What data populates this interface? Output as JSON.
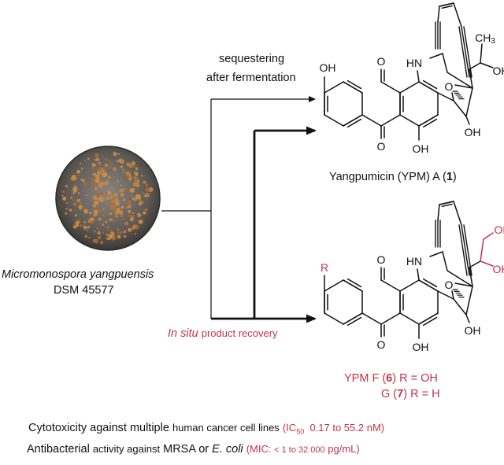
{
  "arrow_top_label_1": "sequestering",
  "arrow_top_label_2": "after fermentation",
  "arrow_bottom_label_a": "In situ",
  "arrow_bottom_label_b": "product recovery",
  "organism_name": "Micromonospora yangpuensis",
  "organism_strain": "DSM 45577",
  "compound_1_name": "Yangpumicin (YPM) A (",
  "compound_1_number": "1",
  "compound_1_close": ")",
  "compound_2_line1_prefix": "YPM  F (",
  "compound_2_line1_number": "6",
  "compound_2_line1_suffix": ") R = OH",
  "compound_2_line2_prefix": "G (",
  "compound_2_line2_number": "7",
  "compound_2_line2_suffix": ") R = H",
  "atoms": {
    "oh": "OH",
    "hn": "HN",
    "o_ring": "O",
    "o_carbonyl": "O",
    "ch3": "CH",
    "ch3_sub": "3",
    "r": "R"
  },
  "finding_1_a": "Cytotoxicity against  multiple",
  "finding_1_b": "human cancer cell lines",
  "finding_1_c": "(IC",
  "finding_1_sub": "50",
  "finding_1_d": "0.17 to 55.2 nM)",
  "finding_2_a": "Antibacterial",
  "finding_2_b": "activity against",
  "finding_2_c": "MRSA or",
  "finding_2_d": "E. coli",
  "finding_2_e": "(MIC:",
  "finding_2_f": "< 1 to  32 000",
  "finding_2_g": "pg/mL)",
  "colors": {
    "accent_red": "#c0344a",
    "plate_rim": "#4a4a4a",
    "plate_inner": "#6b6864",
    "colony": "#c98a45"
  }
}
